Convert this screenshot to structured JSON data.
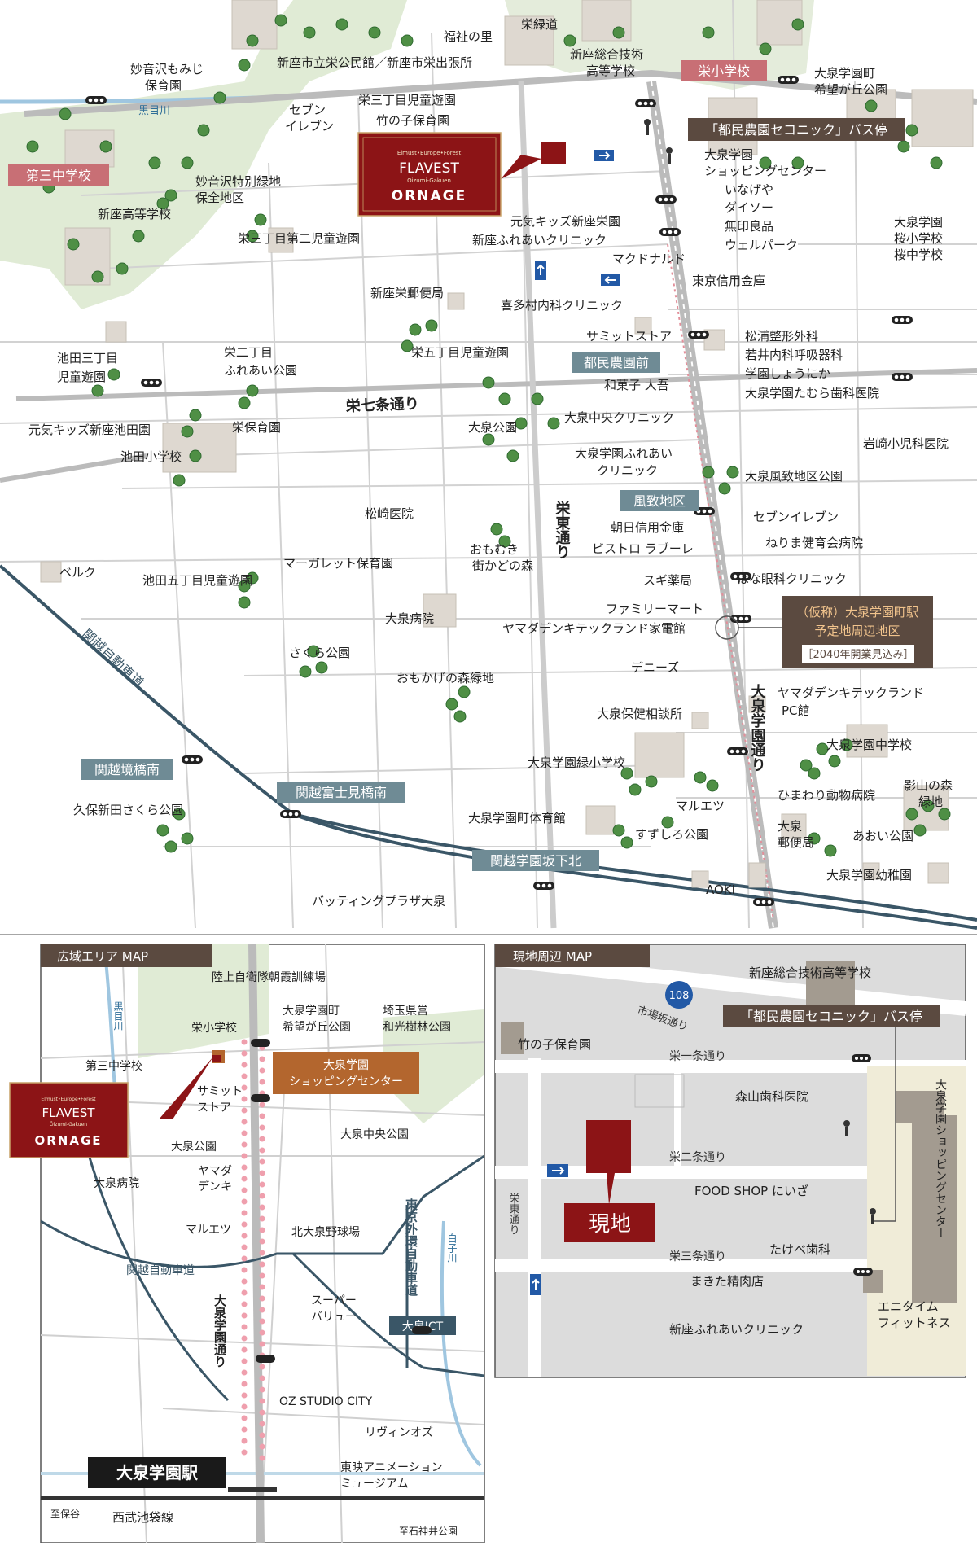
{
  "brand": {
    "tagline": "Elmust•Europe•Forest",
    "name": "FLAVEST",
    "sub": "Ōizumi-Gakuen",
    "name2": "ORNAGE"
  },
  "main_map": {
    "stations_highlight": [
      {
        "id": "tokyo-noen-mae",
        "label": "都民農園前"
      },
      {
        "id": "fuchi-chiku",
        "label": "風致地区"
      },
      {
        "id": "dai3chu",
        "label": "第三中学校"
      },
      {
        "id": "sakae-sho",
        "label": "栄小学校"
      }
    ],
    "ic_labels": [
      {
        "id": "kanetsu-sakaibashi",
        "label": "関越境橋南"
      },
      {
        "id": "kanetsu-fujimi",
        "label": "関越富士見橋南"
      },
      {
        "id": "kanetsu-gakuen",
        "label": "関越学園坂下北"
      }
    ],
    "bus_stop": "「都民農園セコニック」バス停",
    "station_plan": {
      "title": "（仮称）大泉学園町駅",
      "title2": "予定地周辺地区",
      "note": "［2040年開業見込み］"
    },
    "roads": {
      "sakae7": "栄七条通り",
      "sakaehigashi": "栄東通り",
      "oizumigakuen": "大泉学園通り",
      "kanetsu": "関越自動車道",
      "kurome": "黒目川"
    },
    "places": [
      {
        "id": "sakaeryokudo",
        "label": "栄緑道"
      },
      {
        "id": "fukushinosato",
        "label": "福祉の里"
      },
      {
        "id": "shinzasogo",
        "label": "新座総合技術"
      },
      {
        "id": "shinzasogo2",
        "label": "高等学校"
      },
      {
        "id": "kominkan",
        "label": "新座市立栄公民館／新座市栄出張所"
      },
      {
        "id": "myoonsawa1",
        "label": "妙音沢もみじ"
      },
      {
        "id": "myoonsawa2",
        "label": "保育園"
      },
      {
        "id": "seven1",
        "label": "セブン"
      },
      {
        "id": "seven2",
        "label": "イレブン"
      },
      {
        "id": "sakae3park",
        "label": "栄三丁目児童遊園"
      },
      {
        "id": "takenoko",
        "label": "竹の子保育園"
      },
      {
        "id": "tokubetsu1",
        "label": "妙音沢特別緑地"
      },
      {
        "id": "tokubetsu2",
        "label": "保全地区"
      },
      {
        "id": "shinzahs",
        "label": "新座高等学校"
      },
      {
        "id": "oizumi-sc1",
        "label": "大泉学園"
      },
      {
        "id": "oizumi-sc2",
        "label": "ショッピングセンター"
      },
      {
        "id": "inageya",
        "label": "いなげや"
      },
      {
        "id": "daiso",
        "label": "ダイソー"
      },
      {
        "id": "muji",
        "label": "無印良品"
      },
      {
        "id": "wellpark",
        "label": "ウェルパーク"
      },
      {
        "id": "genki-sakae",
        "label": "元気キッズ新座栄園"
      },
      {
        "id": "fureai",
        "label": "新座ふれあいクリニック"
      },
      {
        "id": "sakae3-2",
        "label": "栄三丁目第二児童遊園"
      },
      {
        "id": "mcd",
        "label": "マクドナルド"
      },
      {
        "id": "tokyoshinkin",
        "label": "東京信用金庫"
      },
      {
        "id": "shinza-post",
        "label": "新座栄郵便局"
      },
      {
        "id": "kitamura",
        "label": "喜多村内科クリニック"
      },
      {
        "id": "summit",
        "label": "サミットストア"
      },
      {
        "id": "matsumichi",
        "label": "松浦整形外科"
      },
      {
        "id": "wakai",
        "label": "若井内科呼吸器科"
      },
      {
        "id": "gakuen-shonika",
        "label": "学園しょうにか"
      },
      {
        "id": "tamura",
        "label": "大泉学園たむら歯科医院"
      },
      {
        "id": "ikeda3-1",
        "label": "池田三丁目"
      },
      {
        "id": "ikeda3-2",
        "label": "児童遊園"
      },
      {
        "id": "sakae2-1",
        "label": "栄二丁目"
      },
      {
        "id": "sakae2-2",
        "label": "ふれあい公園"
      },
      {
        "id": "sakae5",
        "label": "栄五丁目児童遊園"
      },
      {
        "id": "wagashi",
        "label": "和菓子 大吾"
      },
      {
        "id": "genki-ikeda",
        "label": "元気キッズ新座池田園"
      },
      {
        "id": "sakaehoiku",
        "label": "栄保育園"
      },
      {
        "id": "oizumipark",
        "label": "大泉公園"
      },
      {
        "id": "chuoclinic",
        "label": "大泉中央クリニック"
      },
      {
        "id": "ikedasho",
        "label": "池田小学校"
      },
      {
        "id": "fureai2-1",
        "label": "大泉学園ふれあい"
      },
      {
        "id": "fureai2-2",
        "label": "クリニック"
      },
      {
        "id": "iwasaki",
        "label": "岩崎小児科医院"
      },
      {
        "id": "fuchipark",
        "label": "大泉風致地区公園"
      },
      {
        "id": "matsuzaki",
        "label": "松崎医院"
      },
      {
        "id": "asahi",
        "label": "朝日信用金庫"
      },
      {
        "id": "seven3",
        "label": "セブンイレブン"
      },
      {
        "id": "bistro",
        "label": "ビストロ ラブーレ"
      },
      {
        "id": "nerima",
        "label": "ねりま健育会病院"
      },
      {
        "id": "omomuki1",
        "label": "おもむき"
      },
      {
        "id": "omomuki2",
        "label": "街かどの森"
      },
      {
        "id": "margaret",
        "label": "マーガレット保育園"
      },
      {
        "id": "sugi",
        "label": "スギ薬局"
      },
      {
        "id": "hana",
        "label": "はな眼科クリニック"
      },
      {
        "id": "berk",
        "label": "ベルク"
      },
      {
        "id": "ikeda5",
        "label": "池田五丁目児童遊園"
      },
      {
        "id": "familymart",
        "label": "ファミリーマート"
      },
      {
        "id": "oizumi-hosp",
        "label": "大泉病院"
      },
      {
        "id": "yamada",
        "label": "ヤマダデンキテックランド家電館"
      },
      {
        "id": "sakura",
        "label": "さくら公園"
      },
      {
        "id": "dennys",
        "label": "デニーズ"
      },
      {
        "id": "omokage",
        "label": "おもかげの森緑地"
      },
      {
        "id": "yamada-pc1",
        "label": "ヤマダデンキテックランド"
      },
      {
        "id": "yamada-pc2",
        "label": "PC館"
      },
      {
        "id": "hoken",
        "label": "大泉保健相談所"
      },
      {
        "id": "gakuen-chu",
        "label": "大泉学園中学校"
      },
      {
        "id": "midori-sho",
        "label": "大泉学園緑小学校"
      },
      {
        "id": "kageyama1",
        "label": "影山の森"
      },
      {
        "id": "kageyama2",
        "label": "緑地"
      },
      {
        "id": "kubo",
        "label": "久保新田さくら公園"
      },
      {
        "id": "marueki",
        "label": "マルエツ"
      },
      {
        "id": "himawari",
        "label": "ひまわり動物病院"
      },
      {
        "id": "taiikukan",
        "label": "大泉学園町体育館"
      },
      {
        "id": "suzushiro",
        "label": "すずしろ公園"
      },
      {
        "id": "post1",
        "label": "大泉"
      },
      {
        "id": "post2",
        "label": "郵便局"
      },
      {
        "id": "aoi",
        "label": "あおい公園"
      },
      {
        "id": "kindergarten",
        "label": "大泉学園幼稚園"
      },
      {
        "id": "aoki",
        "label": "AOKI"
      },
      {
        "id": "batting",
        "label": "バッティングプラザ大泉"
      },
      {
        "id": "gakuen-cho1",
        "label": "大泉学園町"
      },
      {
        "id": "gakuen-cho2",
        "label": "希望が丘公園"
      },
      {
        "id": "sakura-sho1",
        "label": "大泉学園"
      },
      {
        "id": "sakura-sho2",
        "label": "桜小学校"
      },
      {
        "id": "sakura-sho3",
        "label": "桜中学校"
      }
    ]
  },
  "wide_map": {
    "title": "広域エリア MAP",
    "station": "大泉学園駅",
    "line": "西武池袋線",
    "to_ikebukuro": "至保谷",
    "to_shakujii": "至石神井公園",
    "sc": {
      "line1": "大泉学園",
      "line2": "ショッピングセンター"
    },
    "jct": "大泉JCT",
    "kanetsu": "関越自動車道",
    "gaikan": "東京外環自動車道",
    "shiroko": "白子川",
    "kurome": "黒目川",
    "gakuen_dori": "大泉学園通り",
    "places": [
      {
        "id": "asaka",
        "label": "陸上自衛隊朝霞訓練場"
      },
      {
        "id": "sakae-sho",
        "label": "栄小学校"
      },
      {
        "id": "gakuen-cho1",
        "label": "大泉学園町"
      },
      {
        "id": "gakuen-cho2",
        "label": "希望が丘公園"
      },
      {
        "id": "saitama1",
        "label": "埼玉県営"
      },
      {
        "id": "saitama2",
        "label": "和光樹林公園"
      },
      {
        "id": "dai3",
        "label": "第三中学校"
      },
      {
        "id": "summit1",
        "label": "サミット"
      },
      {
        "id": "summit2",
        "label": "ストア"
      },
      {
        "id": "chuo-park",
        "label": "大泉中央公園"
      },
      {
        "id": "oizumi-park",
        "label": "大泉公園"
      },
      {
        "id": "yamada1",
        "label": "ヤマダ"
      },
      {
        "id": "yamada2",
        "label": "デンキ"
      },
      {
        "id": "hosp",
        "label": "大泉病院"
      },
      {
        "id": "marueki",
        "label": "マルエツ"
      },
      {
        "id": "kitayakyu",
        "label": "北大泉野球場"
      },
      {
        "id": "super1",
        "label": "スーパー"
      },
      {
        "id": "super2",
        "label": "バリュー"
      },
      {
        "id": "oz",
        "label": "OZ STUDIO CITY"
      },
      {
        "id": "rivin",
        "label": "リヴィンオズ"
      },
      {
        "id": "toei1",
        "label": "東映アニメーション"
      },
      {
        "id": "toei2",
        "label": "ミュージアム"
      }
    ]
  },
  "local_map": {
    "title": "現地周辺 MAP",
    "site": "現地",
    "route_no": "108",
    "bus_stop": "「都民農園セコニック」バス停",
    "sc": "大泉学園ショッピングセンター",
    "roads": {
      "ichijo": "栄一条通り",
      "nijo": "栄二条通り",
      "sanjo": "栄三条通り",
      "sakaehigashi": "栄東通り",
      "ichiba": "市場坂通り"
    },
    "places": [
      {
        "id": "sogo",
        "label": "新座総合技術高等学校"
      },
      {
        "id": "takenoko",
        "label": "竹の子保育園"
      },
      {
        "id": "moriyama",
        "label": "森山歯科医院"
      },
      {
        "id": "food",
        "label": "FOOD SHOP にいざ"
      },
      {
        "id": "takebe",
        "label": "たけべ歯科"
      },
      {
        "id": "makita",
        "label": "まきた精肉店"
      },
      {
        "id": "fureai",
        "label": "新座ふれあいクリニック"
      },
      {
        "id": "anytime1",
        "label": "エニタイム"
      },
      {
        "id": "anytime2",
        "label": "フィットネス"
      }
    ]
  },
  "colors": {
    "crimson": "#8c1416",
    "pink": "#c86f75",
    "slate": "#6f8b95",
    "brown": "#5b4a40",
    "orange": "#b3662e",
    "green": "#4f8f45",
    "highway": "#3a5667"
  }
}
